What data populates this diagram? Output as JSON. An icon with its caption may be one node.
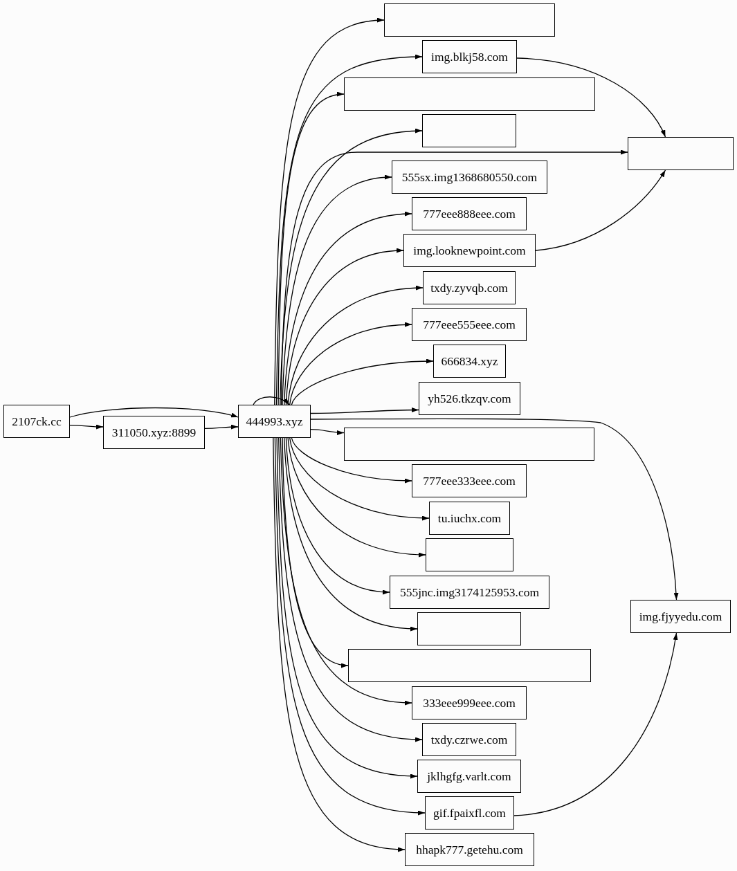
{
  "diagram": {
    "nodes": [
      {
        "text": [
          "2107ck.cc"
        ]
      },
      {
        "text": [
          "311050.xyz:8899"
        ]
      },
      {
        "text": [
          "444993.xyz"
        ]
      },
      {
        "text": [],
        "shape": "box"
      },
      {
        "text": [
          "img.blkj58.com"
        ]
      },
      {
        "text": [],
        "shape": "box"
      },
      {
        "text": [],
        "shape": "box"
      },
      {
        "text": [
          "555sx.img1368680550.com"
        ]
      },
      {
        "text": [
          "777eee888eee.com"
        ]
      },
      {
        "text": [
          "img.looknewpoint.com"
        ]
      },
      {
        "text": [
          "txdy.zyvqb.com"
        ]
      },
      {
        "text": [
          "777eee555eee.com"
        ]
      },
      {
        "text": [
          "666834.xyz"
        ]
      },
      {
        "text": [
          "yh526.tkzqv.com"
        ]
      },
      {
        "text": [],
        "shape": "box"
      },
      {
        "text": [
          "777eee333eee.com"
        ]
      },
      {
        "text": [
          "tu.iuchx.com"
        ]
      },
      {
        "text": [],
        "shape": "box"
      },
      {
        "text": [
          "555jnc.img3174125953.com"
        ]
      },
      {
        "text": [],
        "shape": "box"
      },
      {
        "text": [],
        "shape": "box"
      },
      {
        "text": [
          "333eee999eee.com"
        ]
      },
      {
        "text": [
          "txdy.czrwe.com"
        ]
      },
      {
        "text": [
          "jklhgfg.varlt.com"
        ]
      },
      {
        "text": [
          "gif.fpaixfl.com"
        ]
      },
      {
        "text": [
          "hhapk777.getehu.com"
        ]
      },
      {
        "text": [],
        "shape": "box"
      },
      {
        "text": [
          "img.fjyyedu.com"
        ]
      }
    ],
    "edges": [
      {
        "from": 0,
        "to": 2,
        "arrow": "to"
      },
      {
        "from": 0,
        "to": 1,
        "arrow": "to"
      },
      {
        "from": 1,
        "to": 2,
        "arrow": "to"
      },
      {
        "from": 2,
        "to": 2,
        "arrow": "to"
      },
      {
        "from": 2,
        "to": 3,
        "arrow": "to"
      },
      {
        "from": 2,
        "to": 4,
        "arrow": "to"
      },
      {
        "from": 2,
        "to": 5,
        "arrow": "to"
      },
      {
        "from": 2,
        "to": 6,
        "arrow": "to"
      },
      {
        "from": 2,
        "to": 7,
        "arrow": "to"
      },
      {
        "from": 2,
        "to": 8,
        "arrow": "to"
      },
      {
        "from": 2,
        "to": 9,
        "arrow": "to"
      },
      {
        "from": 2,
        "to": 10,
        "arrow": "to"
      },
      {
        "from": 2,
        "to": 11,
        "arrow": "to"
      },
      {
        "from": 2,
        "to": 12,
        "arrow": "to"
      },
      {
        "from": 2,
        "to": 13,
        "arrow": "to"
      },
      {
        "from": 2,
        "to": 14,
        "arrow": "to"
      },
      {
        "from": 2,
        "to": 15,
        "arrow": "to"
      },
      {
        "from": 2,
        "to": 16,
        "arrow": "to"
      },
      {
        "from": 2,
        "to": 17,
        "arrow": "to"
      },
      {
        "from": 2,
        "to": 18,
        "arrow": "to"
      },
      {
        "from": 2,
        "to": 19,
        "arrow": "to"
      },
      {
        "from": 2,
        "to": 20,
        "arrow": "to"
      },
      {
        "from": 2,
        "to": 21,
        "arrow": "to"
      },
      {
        "from": 2,
        "to": 22,
        "arrow": "to"
      },
      {
        "from": 2,
        "to": 23,
        "arrow": "to"
      },
      {
        "from": 2,
        "to": 24,
        "arrow": "to"
      },
      {
        "from": 2,
        "to": 25,
        "arrow": "to"
      },
      {
        "from": 2,
        "to": 26,
        "arrow": "to"
      },
      {
        "from": 2,
        "to": 27,
        "arrow": "to"
      },
      {
        "from": 4,
        "to": 26,
        "arrow": "to"
      },
      {
        "from": 9,
        "to": 26,
        "arrow": "to"
      },
      {
        "from": 24,
        "to": 27,
        "arrow": "to"
      }
    ]
  }
}
